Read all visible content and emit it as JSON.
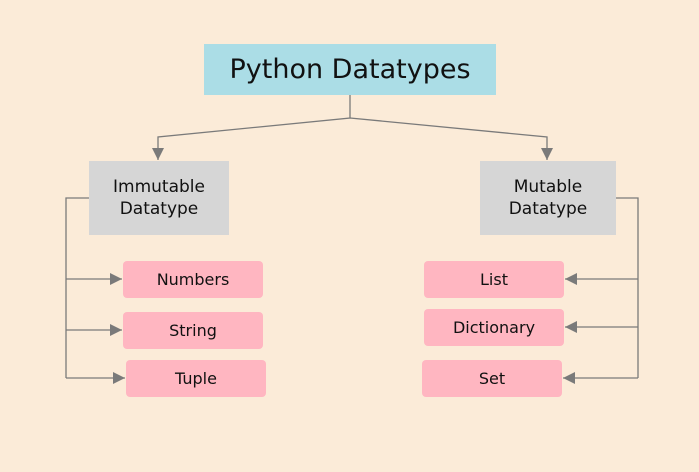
{
  "diagram": {
    "root": {
      "label": "Python Datatypes"
    },
    "categories": [
      {
        "label": "Immutable\nDatatype",
        "children": [
          "Numbers",
          "String",
          "Tuple"
        ]
      },
      {
        "label": "Mutable\nDatatype",
        "children": [
          "List",
          "Dictionary",
          "Set"
        ]
      }
    ]
  },
  "colors": {
    "background": "#fbebd8",
    "root_fill": "#abdde6",
    "category_fill": "#d6d6d6",
    "leaf_fill": "#ffb6c1",
    "connector": "#7a7a7a"
  }
}
